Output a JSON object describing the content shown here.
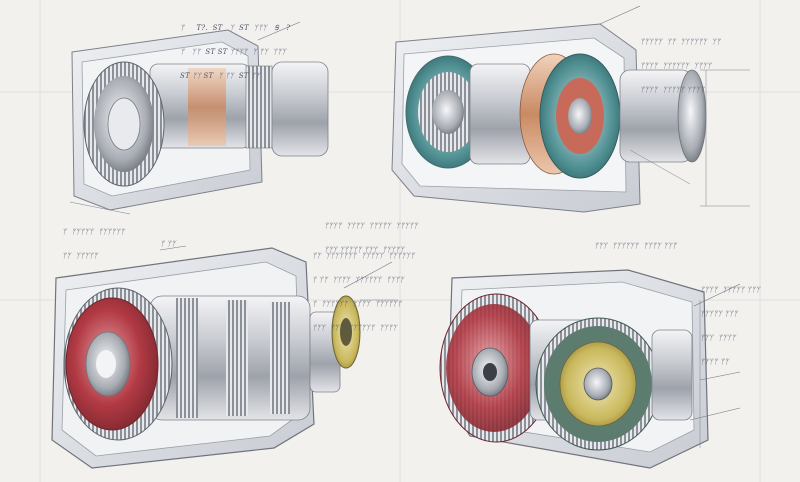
{
  "sheet": {
    "notes_top_left": [
      "ᛘ     T?.  ST   ᛘ  ST  ᛘᛘᛘ   Ꞩ   ?",
      "ᛘ   ᛘᛘ  ST ST ᛘᛘᛘᛘ  ᛘ ᛘᛘ  ᛘᛘᛘ",
      "ST ᛘᛘ ST  ᛘ ᛘᛘ  ST ᛘᛘ"
    ],
    "notes_top_right": [
      "ᛘᛘᛘᛘᛘ  ᛘᛘ  ᛘᛘᛘᛘᛘᛘ  ᛘᛘ",
      "ᛘᛘᛘᛘ  ᛘᛘᛘᛘᛘᛘ  ᛘᛘᛘᛘ",
      "ᛘᛘᛘᛘ  ᛘᛘᛘᛘᛘ ᛘᛘᛘᛘ"
    ],
    "notes_mid_left": [
      "ᛘ  ᛘᛘᛘᛘᛘ  ᛘᛘᛘᛘᛘᛘ",
      "ᛘᛘ  ᛘᛘᛘᛘᛘ"
    ],
    "notes_mid_center": [
      "ᛘᛘᛘᛘ  ᛘᛘᛘᛘ  ᛘᛘᛘᛘᛘ  ᛘᛘᛘᛘᛘ",
      "ᛘᛘᛘ ᛘᛘᛘᛘᛘ ᛘᛘᛘ  ᛘᛘᛘᛘᛘ"
    ],
    "notes_mid_right": [
      "ᛘᛘᛘ  ᛘᛘᛘᛘᛘᛘ  ᛘᛘᛘᛘ ᛘᛘᛘ"
    ],
    "notes_lower_left_label": "ᛘ ᛘᛘ",
    "notes_lower_center": [
      "ᛘᛘ  ᛘᛘᛘᛘᛘᛘᛘ  ᛘᛘᛘᛘᛘ  ᛘᛘᛘᛘᛘᛘ",
      "ᛘ ᛘᛘ  ᛘᛘᛘᛘ  ᛘᛘᛘᛘᛘᛘ  ᛘᛘᛘᛘ",
      "ᛘ  ᛘᛘᛘᛘᛘᛘ  ᛘᛘᛘᛘ  ᛘᛘᛘᛘᛘᛘ",
      "ᛘᛘᛘ  ᛘᛘᛘ  ᛘᛘᛘᛘᛘᛘ  ᛘᛘᛘᛘ"
    ],
    "notes_lower_right": [
      "ᛘᛘᛘᛘ  ᛘᛘᛘᛘᛘ ᛘᛘᛘ",
      "ᛘᛘᛘᛘᛘ ᛘᛘᛘ",
      "ᛘᛘᛘ  ᛘᛘᛘᛘ",
      "ᛘᛘᛘᛘ ᛘᛘ"
    ]
  },
  "colors": {
    "paper": "#f3f1ee",
    "housing": "#dfe1e6",
    "steel": "#a9adb4",
    "gear_red": "#b23a44",
    "gear_copper": "#c98a63",
    "gear_teal": "#4f8f92",
    "gear_yellow": "#c9b85c",
    "ink": "#4a5468"
  }
}
